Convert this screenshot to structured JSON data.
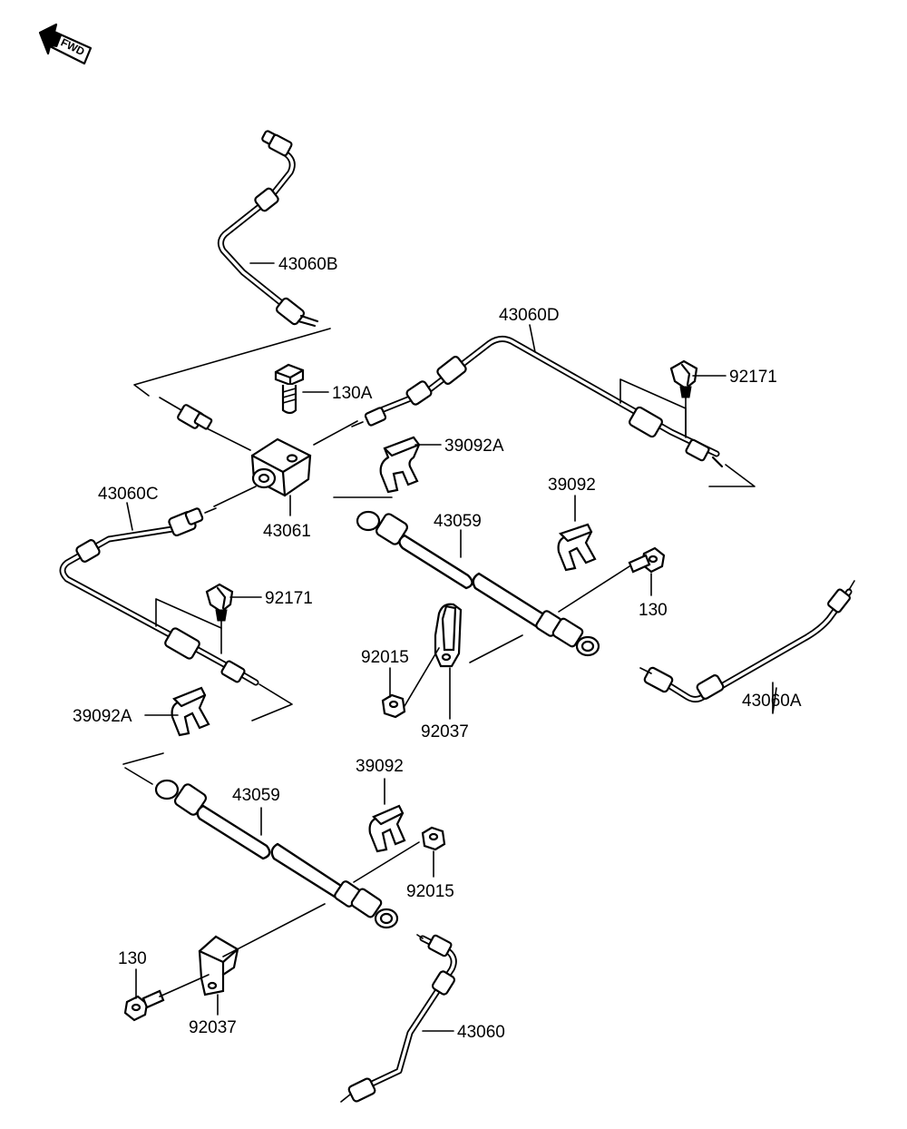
{
  "diagram": {
    "fwd_label": "FWD",
    "labels": {
      "l_43060B": "43060B",
      "l_43060D": "43060D",
      "l_130A": "130A",
      "l_92171_top": "92171",
      "l_39092A_top": "39092A",
      "l_43060C": "43060C",
      "l_43061": "43061",
      "l_43059_top": "43059",
      "l_39092_top": "39092",
      "l_92171_left": "92171",
      "l_130_mid": "130",
      "l_92015_mid": "92015",
      "l_92037_mid": "92037",
      "l_43060A": "43060A",
      "l_39092A_left": "39092A",
      "l_39092_low": "39092",
      "l_43059_low": "43059",
      "l_92015_low": "92015",
      "l_130_low": "130",
      "l_92037_low": "92037",
      "l_43060": "43060"
    }
  }
}
